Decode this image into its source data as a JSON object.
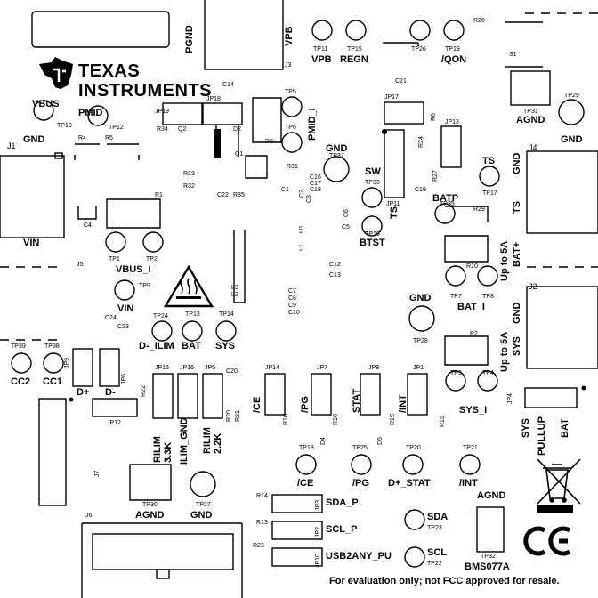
{
  "brand": {
    "line1": "TEXAS",
    "line2": "INSTRUMENTS"
  },
  "board_id": "BMS077A",
  "fcc_note": "For evaluation only; not FCC approved for resale.",
  "ce_mark": "CE",
  "refdes": {
    "J1": "J1",
    "J2": "J2",
    "J3": "J3",
    "J4": "J4",
    "J5": "J5",
    "J6": "J6",
    "J7": "J7",
    "S1": "S1",
    "Q1": "Q1",
    "Q2": "Q2",
    "D2": "D2",
    "D4": "D4",
    "D5": "D5",
    "U1": "U1",
    "L1": "L1",
    "L2": "L2",
    "L3": "L3",
    "R1": "R1",
    "R2": "R2",
    "R4": "R4",
    "R5": "R5",
    "R6": "R6",
    "R8": "R8",
    "R10": "R10",
    "R13": "R13",
    "R14": "R14",
    "R15": "R15",
    "R16": "R16",
    "R18": "R18",
    "R19": "R19",
    "R20": "R20",
    "R21": "R21",
    "R22": "R22",
    "R23": "R23",
    "R24": "R24",
    "R26": "R26",
    "R27": "R27",
    "R29": "R29",
    "R31": "R31",
    "R32": "R32",
    "R33": "R33",
    "R34": "R34",
    "R35": "R35",
    "C1": "C1",
    "C2": "C2",
    "C3": "C3",
    "C4": "C4",
    "C5": "C5",
    "C6": "C6",
    "C7": "C7",
    "C8": "C8",
    "C9": "C9",
    "C10": "C10",
    "C12": "C12",
    "C13": "C13",
    "C14": "C14",
    "C16": "C16",
    "C17": "C17",
    "C18": "C18",
    "C19": "C19",
    "C20": "C20",
    "C21": "C21",
    "C22": "C22",
    "C23": "C23",
    "C24": "C24",
    "JP1": "JP1",
    "JP2": "JP2",
    "JP3": "JP3",
    "JP4": "JP4",
    "JP5": "JP5",
    "JP6": "JP6",
    "JP7": "JP7",
    "JP8": "JP8",
    "JP9": "JP9",
    "JP10": "JP10",
    "JP11": "JP11",
    "JP12": "JP12",
    "JP13": "JP13",
    "JP14": "JP14",
    "JP15": "JP15",
    "JP16": "JP16",
    "JP17": "JP17",
    "JP18": "JP18",
    "JP19": "JP19"
  },
  "testpoints": {
    "TP1": "TP1",
    "TP2": "TP2",
    "TP3": "TP3",
    "TP4": "TP4",
    "TP5": "TP5",
    "TP6": "TP6",
    "TP7": "TP7",
    "TP8": "TP8",
    "TP9": "TP9",
    "TP10": "TP10",
    "TP11": "TP11",
    "TP12": "TP12",
    "TP13": "TP13",
    "TP14": "TP14",
    "TP15": "TP15",
    "TP16": "TP16",
    "TP17": "TP17",
    "TP18": "TP18",
    "TP19": "TP19",
    "TP20": "TP20",
    "TP21": "TP21",
    "TP22": "TP22",
    "TP23": "TP23",
    "TP24": "TP24",
    "TP25": "TP25",
    "TP26": "TP26",
    "TP27": "TP27",
    "TP28": "TP28",
    "TP29": "TP29",
    "TP30": "TP30",
    "TP31": "TP31",
    "TP32": "TP32",
    "TP33": "TP33",
    "TP35": "TP35",
    "TP37": "TP37",
    "TP38": "TP38",
    "TP39": "TP39"
  },
  "net_labels": {
    "vbus": "VBUS",
    "gnd": "GND",
    "pmid": "PMID",
    "vin": "VIN",
    "vbus_i": "VBUS_I",
    "pgnd": "PGND",
    "vpb": "VPB",
    "regn": "REGN",
    "qon": "/QON",
    "pmid_i": "PMID_I",
    "sw": "SW",
    "btst": "BTST",
    "ts": "TS",
    "batp": "BATP",
    "agnd": "AGND",
    "up_to_5a": "Up to 5A",
    "bat_plus": "BAT+",
    "bat_i": "BAT_I",
    "sys": "SYS",
    "sys_i": "SYS_I",
    "dminus_ilim": "D-_ILIM",
    "bat": "BAT",
    "cc2": "CC2",
    "cc1": "CC1",
    "dplus": "D+",
    "dminus": "D-",
    "rilim_33k": "RILIM\n3.3K",
    "ilim_gnd": "ILIM_GND",
    "rilim_22k": "RILIM\n2.2K",
    "ce": "/CE",
    "pg": "/PG",
    "stat": "STAT",
    "int": "/INT",
    "dplus_stat": "D+_STAT",
    "sda_p": "SDA_P",
    "scl_p": "SCL_P",
    "usb2any_pu": "USB2ANY_PU",
    "sda": "SDA",
    "scl": "SCL",
    "pullup": "PULLUP"
  }
}
